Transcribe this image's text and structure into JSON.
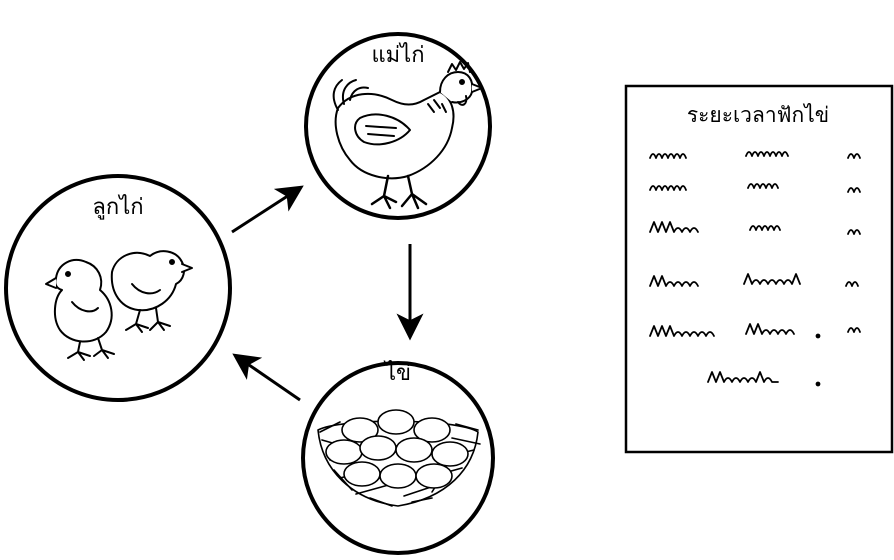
{
  "cycle": {
    "hen_label": "แม่ไก่",
    "egg_label": "ไข่",
    "chick_label": "ลูกไก่"
  },
  "note": {
    "title": "ระยะเวลาฟักไข่",
    "scribble_rows": 6
  }
}
